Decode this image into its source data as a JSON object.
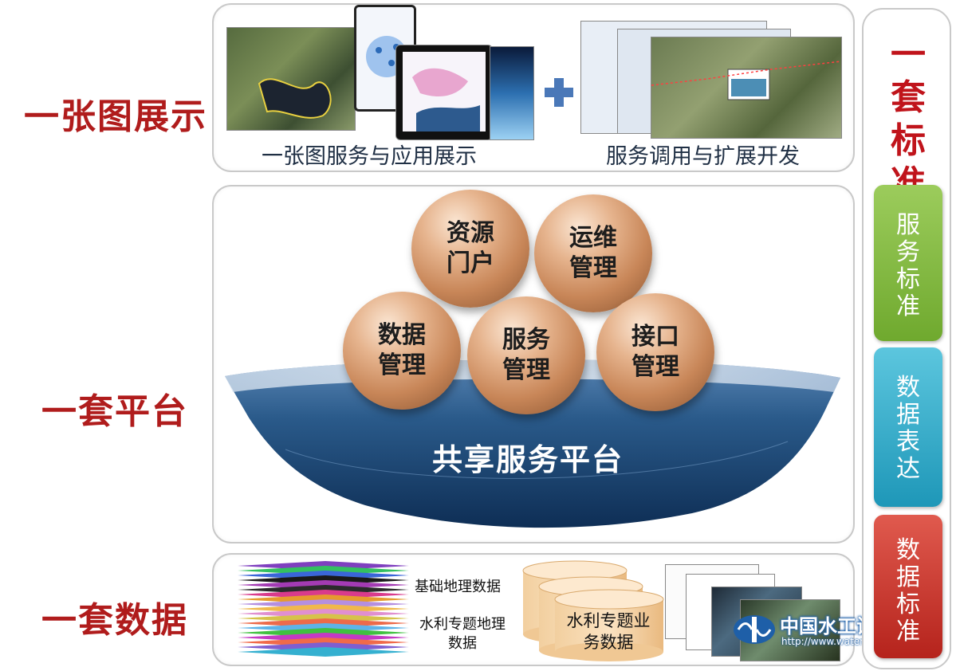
{
  "rows": {
    "display": "一张图展示",
    "platform": "一套平台",
    "data": "一套数据"
  },
  "top_panel": {
    "caption_left": "一张图服务与应用展示",
    "caption_right": "服务调用与扩展开发"
  },
  "platform": {
    "spheres": {
      "resource_portal": "资源门户",
      "ops_management": "运维管理",
      "data_management": "数据管理",
      "service_management": "服务管理",
      "interface_management": "接口管理"
    },
    "boat_label": "共享服务平台"
  },
  "data_panel": {
    "layer_label_1": "基础地理数据",
    "layer_label_2": "水利专题地理数据",
    "cylinder_label": "水利专题业务数据"
  },
  "standards": {
    "title": "一套标准",
    "service_standard": "服务标准",
    "data_expression": "数据表达",
    "data_standard": "数据标准"
  },
  "watermark": {
    "name": "中国水工设备网",
    "url": "http://www.watersb.com.cn"
  },
  "colors": {
    "label_red": "#b01c1c",
    "boat_blue": "#1d4f7c",
    "service_green": "#7ab43a",
    "expression_cyan": "#2aa8c6",
    "standard_red": "#c1312b"
  }
}
